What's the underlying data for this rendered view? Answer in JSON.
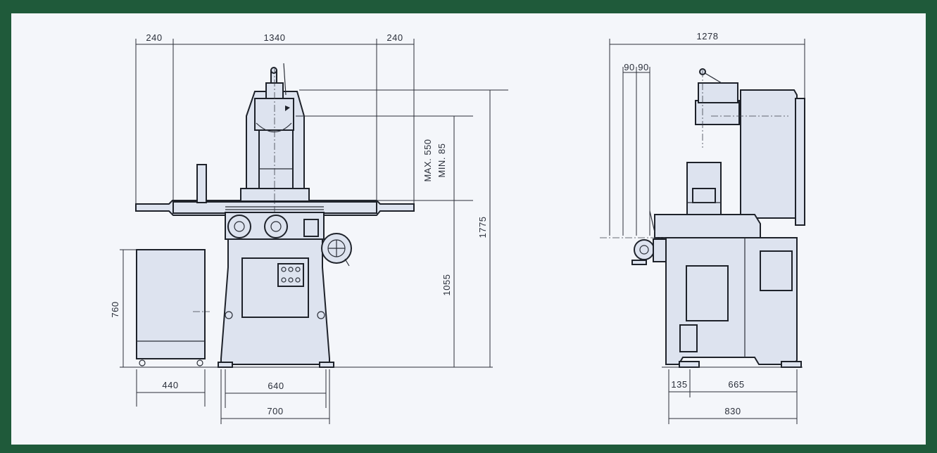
{
  "colors": {
    "frame": "#1f5a3a",
    "paper": "#f4f6fa",
    "machine_fill": "#dde3ef",
    "ink": "#1e222a"
  },
  "front_view": {
    "dim_left_overhang": "240",
    "dim_table_travel": "1340",
    "dim_right_overhang": "240",
    "dim_spindle_range": "MAX. 550\nMIN. 85",
    "dim_spindle_max": "MAX. 550",
    "dim_spindle_min": "MIN. 85",
    "dim_total_height": "1775",
    "dim_table_height": "1055",
    "dim_cabinet_height": "760",
    "dim_cabinet_width": "440",
    "dim_base_width": "640",
    "dim_overall_base_width": "700"
  },
  "side_view": {
    "dim_overall_depth": "1278",
    "dim_handwheel_a": "90",
    "dim_handwheel_b": "90",
    "dim_front_offset": "135",
    "dim_base_depth": "665",
    "dim_total_base_depth": "830"
  }
}
